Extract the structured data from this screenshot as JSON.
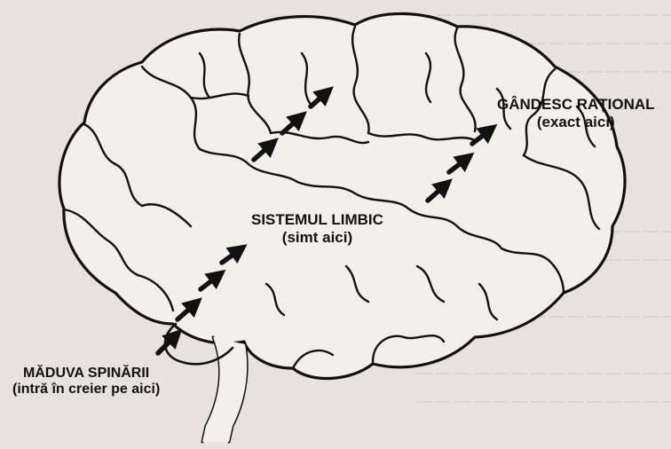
{
  "labels": {
    "gandesc": {
      "line1": "GÂNDESC RAȚIONAL",
      "line2": "(exact aici)"
    },
    "limbic": {
      "line1": "SISTEMUL LIMBIC",
      "line2": "(simt aici)"
    },
    "maduva": {
      "line1": "MĂDUVA SPINĂRII",
      "line2": "(intră în creier pe aici)"
    }
  },
  "colors": {
    "ink": "#111111",
    "paper": "#e7e3dc",
    "faint_text": "#c9c4bb"
  }
}
